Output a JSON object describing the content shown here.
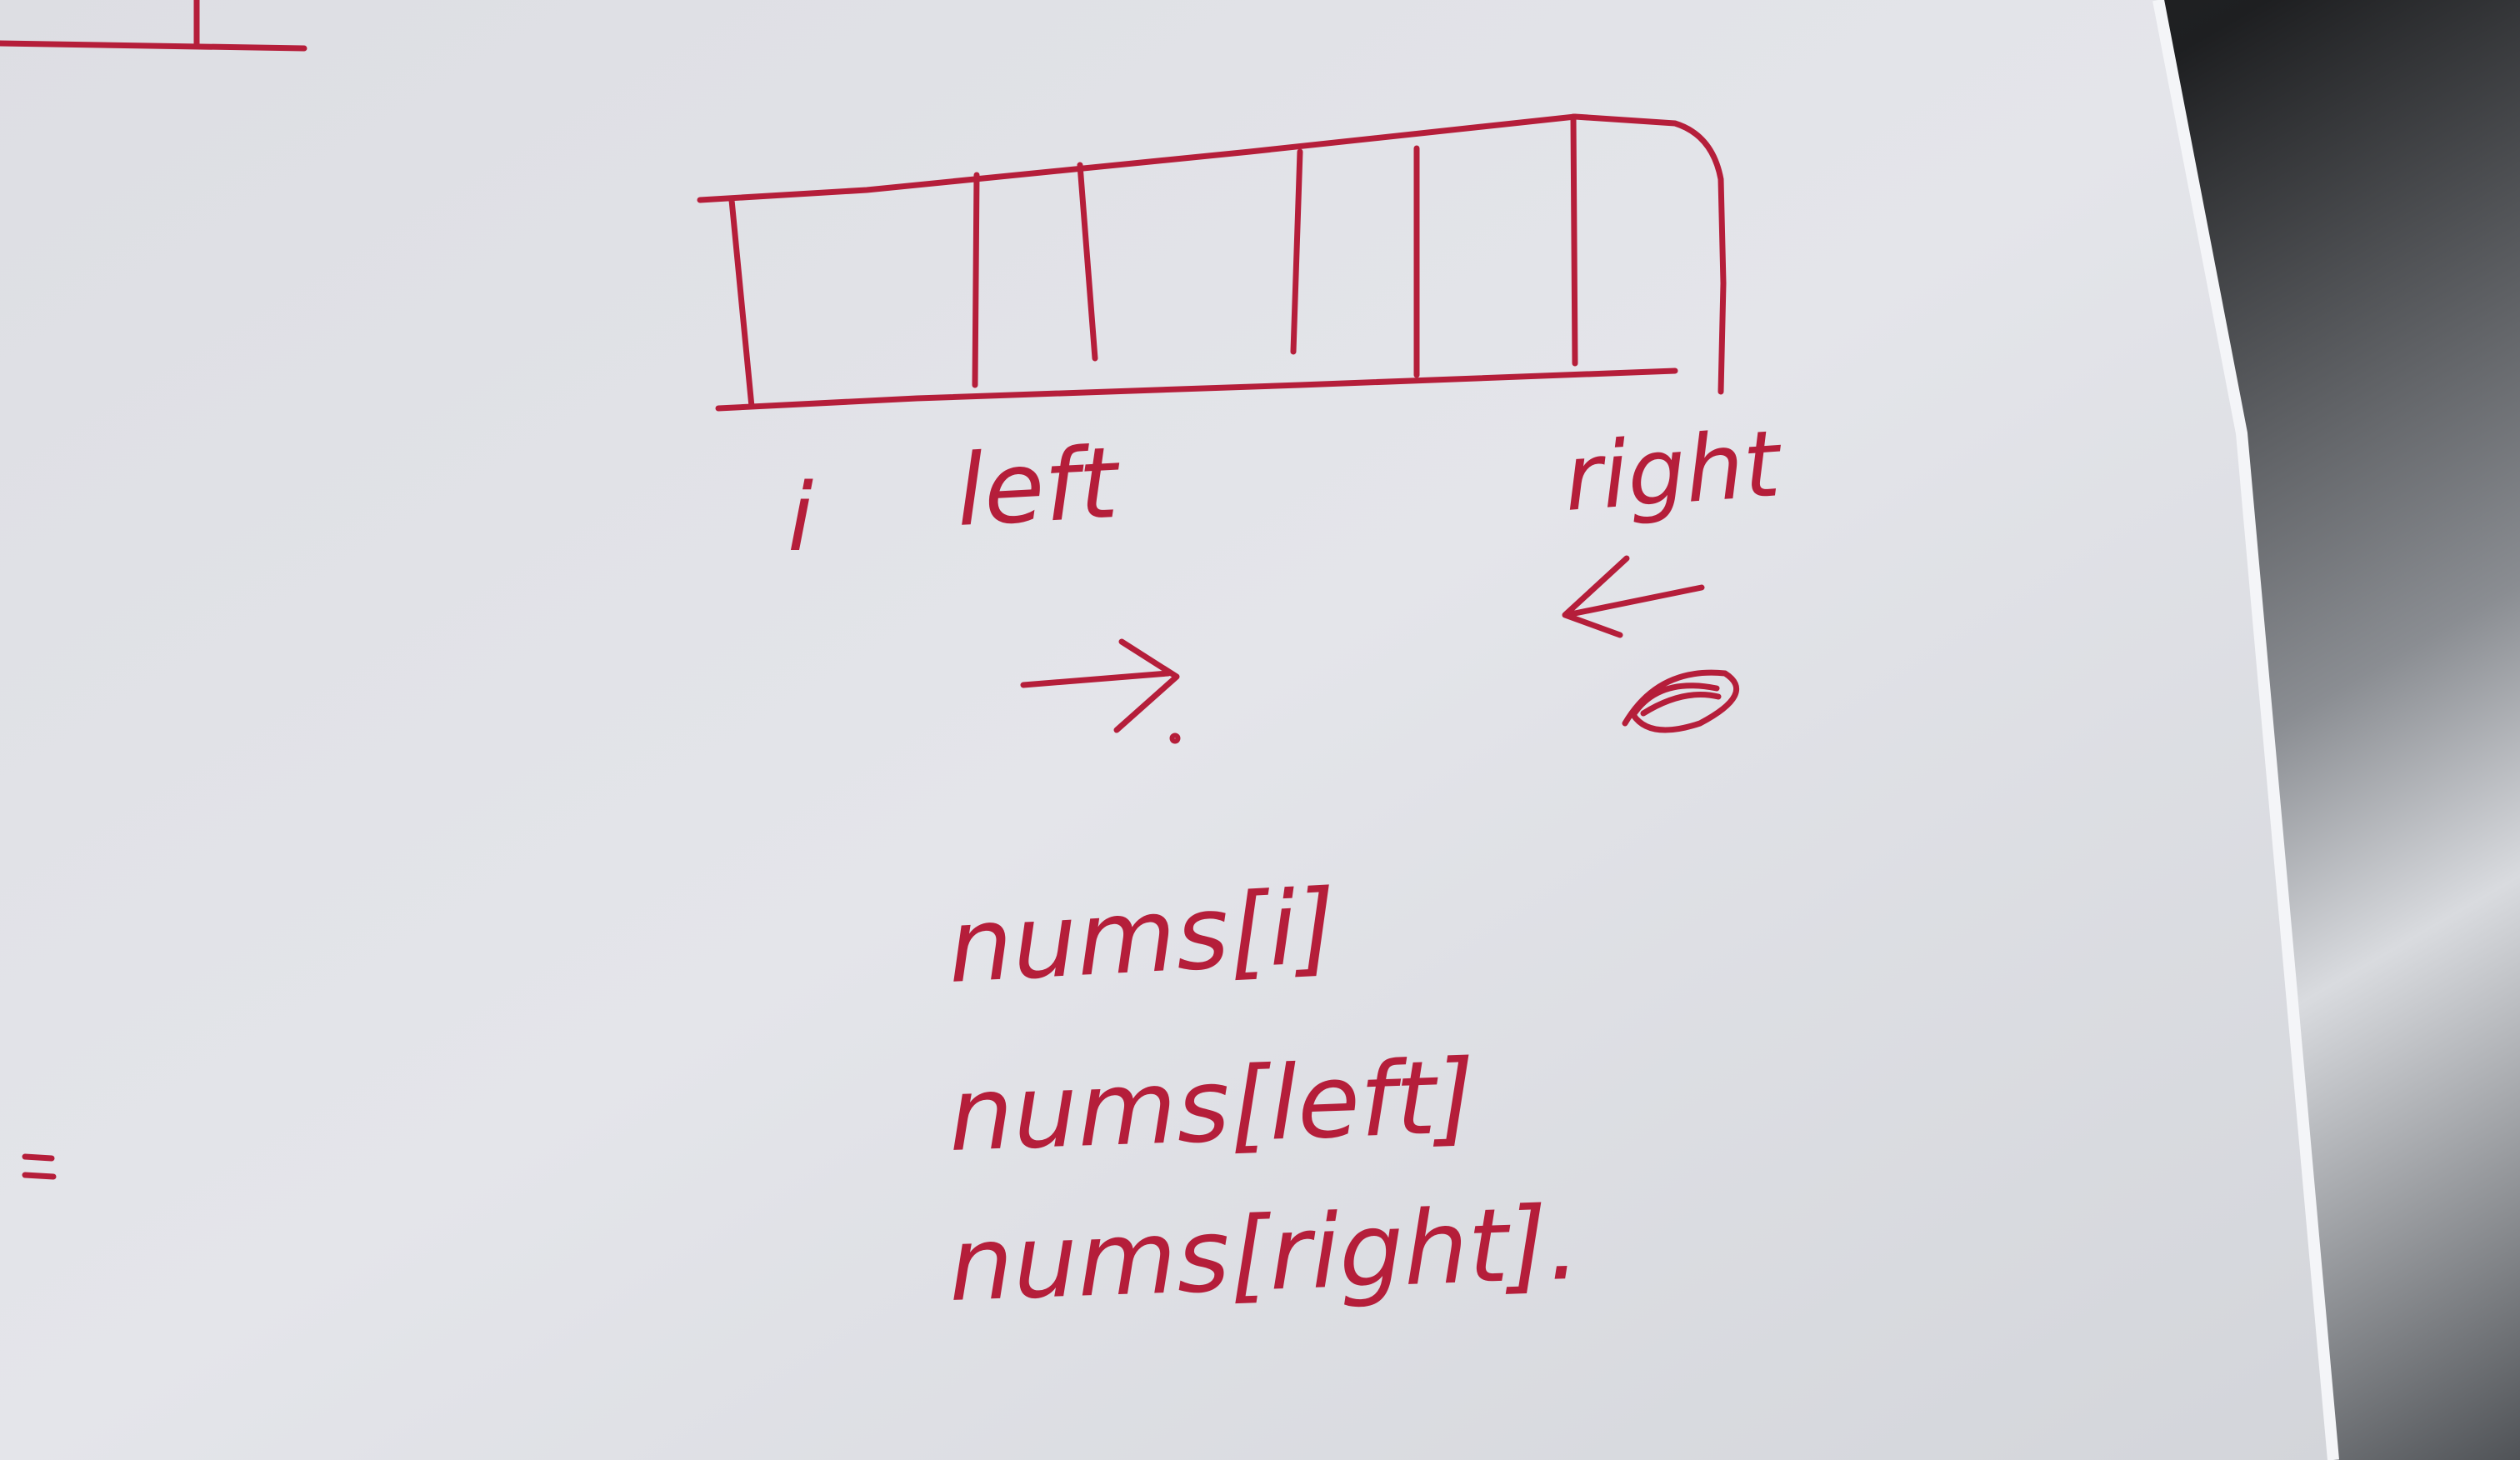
{
  "photo": {
    "ink_color": "#b51e3a",
    "paper_color": "#e2e3e8",
    "background_color": "#2c2d2f"
  },
  "diagram": {
    "array_cells": 6,
    "pointer_labels": {
      "i": "i",
      "left": "left",
      "right": "right"
    },
    "arrows": [
      {
        "name": "left-moves-right",
        "direction": "right"
      },
      {
        "name": "right-moves-left",
        "direction": "left"
      }
    ]
  },
  "notes": [
    "nums[i]",
    "nums[left]",
    "nums[right]."
  ]
}
